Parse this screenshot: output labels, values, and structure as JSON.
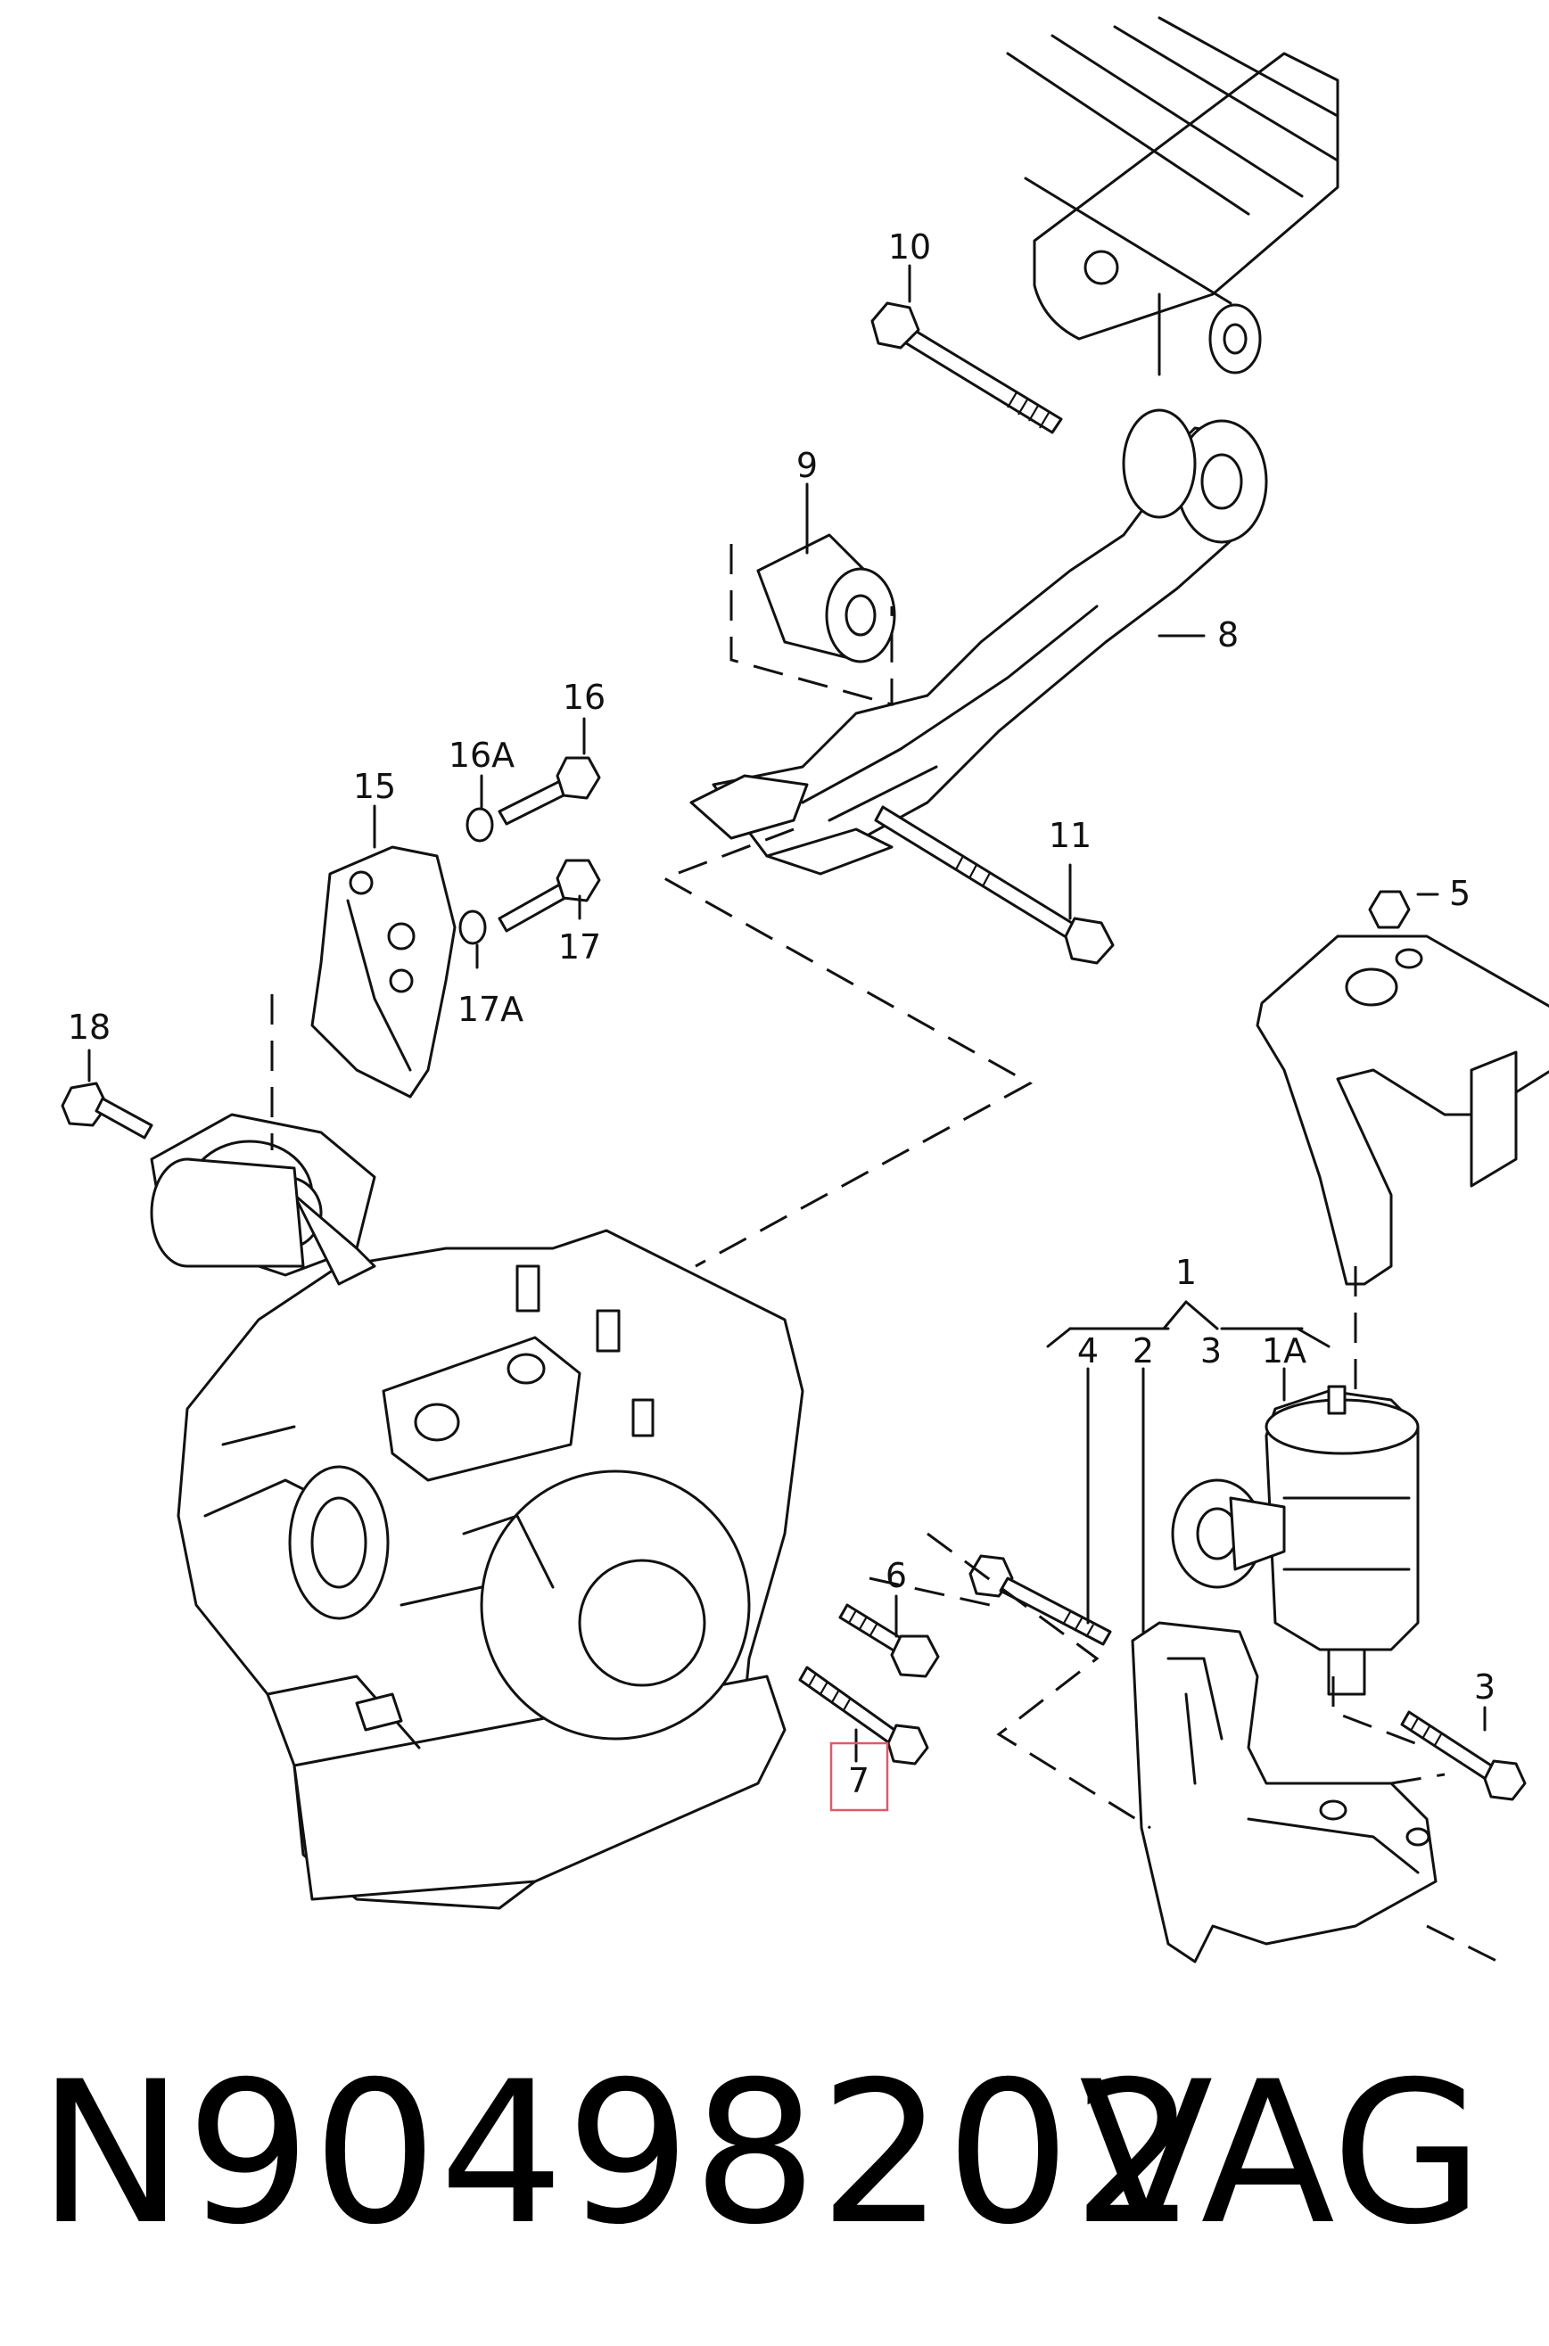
{
  "diagram": {
    "callouts": [
      "10",
      "9",
      "8",
      "16",
      "16A",
      "15",
      "17",
      "17A",
      "18",
      "11",
      "5",
      "1",
      "4",
      "2",
      "3",
      "1A",
      "6",
      "7",
      "3"
    ],
    "highlighted_callout": "7",
    "highlight_color": "#e05a6a"
  },
  "footer": {
    "part_number": "N90498202",
    "brand": "VAG"
  }
}
